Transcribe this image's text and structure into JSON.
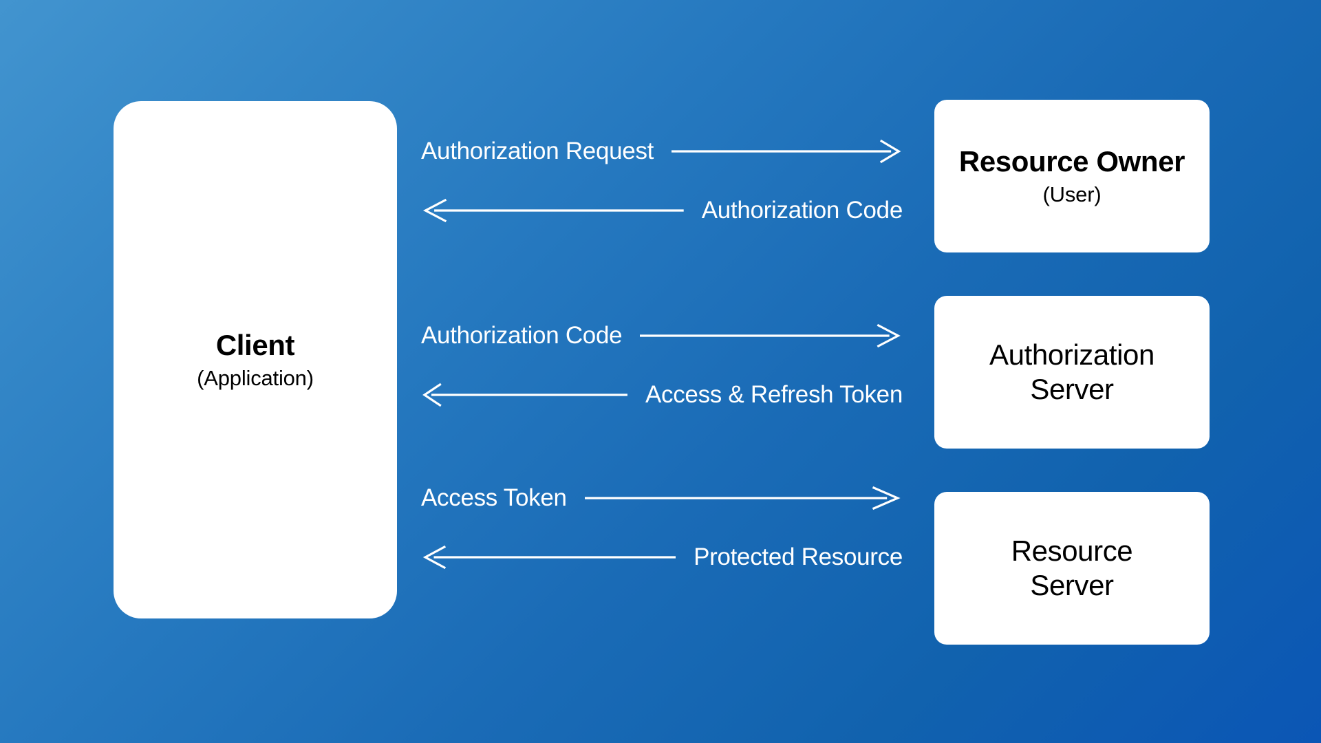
{
  "theme": {
    "bg_gradient_from": "#4294cf",
    "bg_gradient_to": "#0b56b5",
    "node_bg": "#ffffff",
    "node_text": "#000000",
    "arrow_color": "#ffffff",
    "label_color": "#ffffff"
  },
  "nodes": {
    "client": {
      "title": "Client",
      "subtitle": "(Application)"
    },
    "resource_owner": {
      "title": "Resource Owner",
      "subtitle": "(User)"
    },
    "authorization_server": {
      "title_line1": "Authorization",
      "title_line2": "Server"
    },
    "resource_server": {
      "title_line1": "Resource",
      "title_line2": "Server"
    }
  },
  "flows": [
    {
      "label": "Authorization Request",
      "direction": "right",
      "from": "client",
      "to": "resource_owner"
    },
    {
      "label": "Authorization Code",
      "direction": "left",
      "from": "resource_owner",
      "to": "client"
    },
    {
      "label": "Authorization Code",
      "direction": "right",
      "from": "client",
      "to": "authorization_server"
    },
    {
      "label": "Access & Refresh Token",
      "direction": "left",
      "from": "authorization_server",
      "to": "client"
    },
    {
      "label": "Access Token",
      "direction": "right",
      "from": "client",
      "to": "resource_server"
    },
    {
      "label": "Protected Resource",
      "direction": "left",
      "from": "resource_server",
      "to": "client"
    }
  ]
}
